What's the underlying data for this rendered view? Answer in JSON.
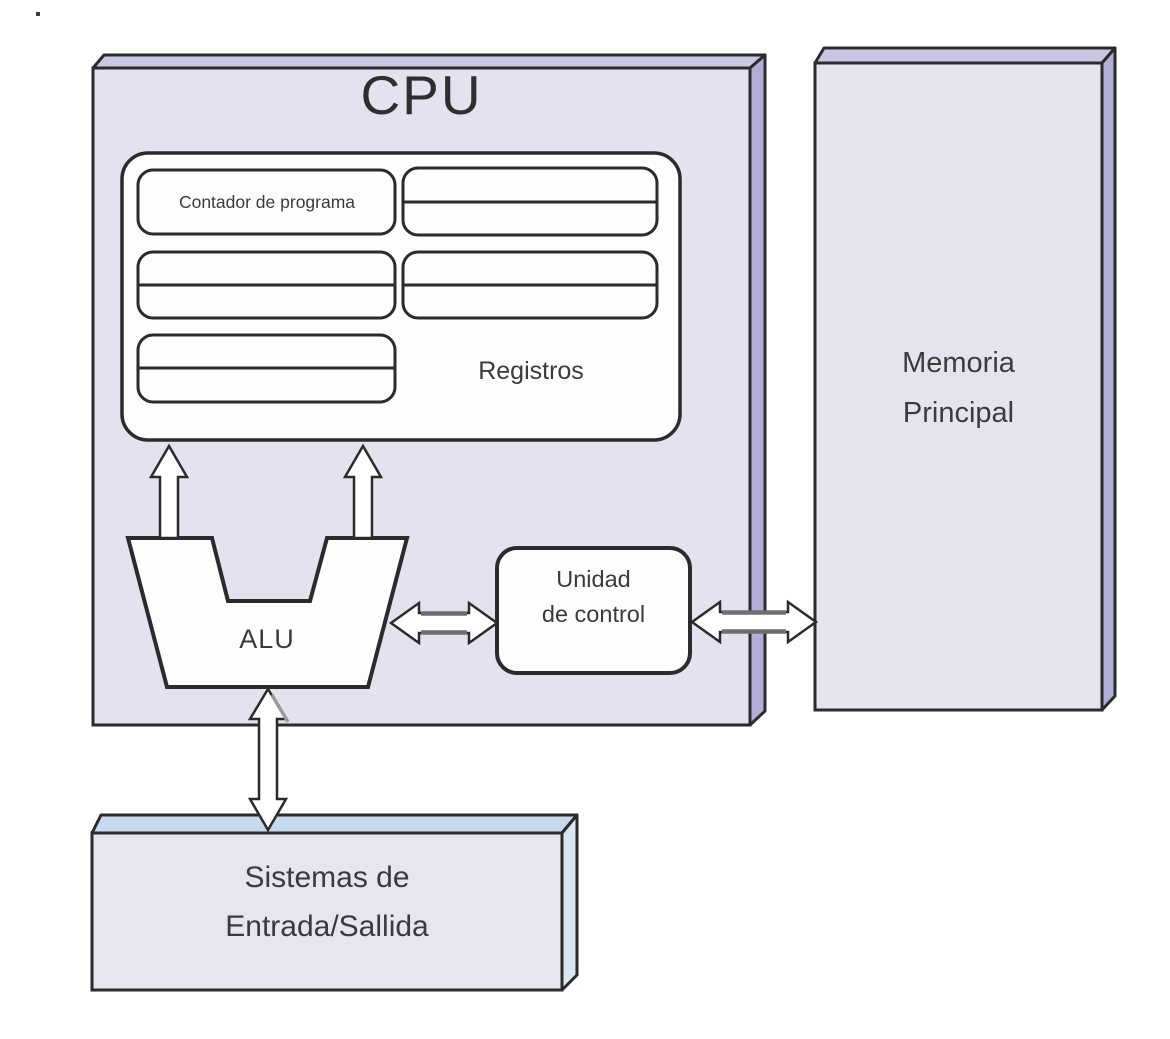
{
  "cpu": {
    "title": "CPU"
  },
  "registers": {
    "program_counter": "Contador de programa",
    "caption": "Registros"
  },
  "alu": {
    "label": "ALU"
  },
  "control_unit": {
    "line1": "Unidad",
    "line2": "de control"
  },
  "main_memory": {
    "line1": "Memoria",
    "line2": "Principal"
  },
  "io_system": {
    "line1": "Sistemas de",
    "line2": "Entrada/Sallida"
  },
  "colors": {
    "outline": "#2b2b2b",
    "cpu_face": "#e4e2ee",
    "bevel_top_lavender": "#cac7e3",
    "bevel_side_lavender": "#b1add4",
    "memory_face": "#e5e3ee",
    "io_face": "#e6e5f0",
    "io_bevel_top": "#c8d9ee",
    "io_bevel_side": "#d8e8f2",
    "box_fill": "#fdfdfd",
    "arrow_fill": "#ffffff",
    "arrow_shaft_gray": "#6e6e6e",
    "text": "#3b3b3b"
  }
}
